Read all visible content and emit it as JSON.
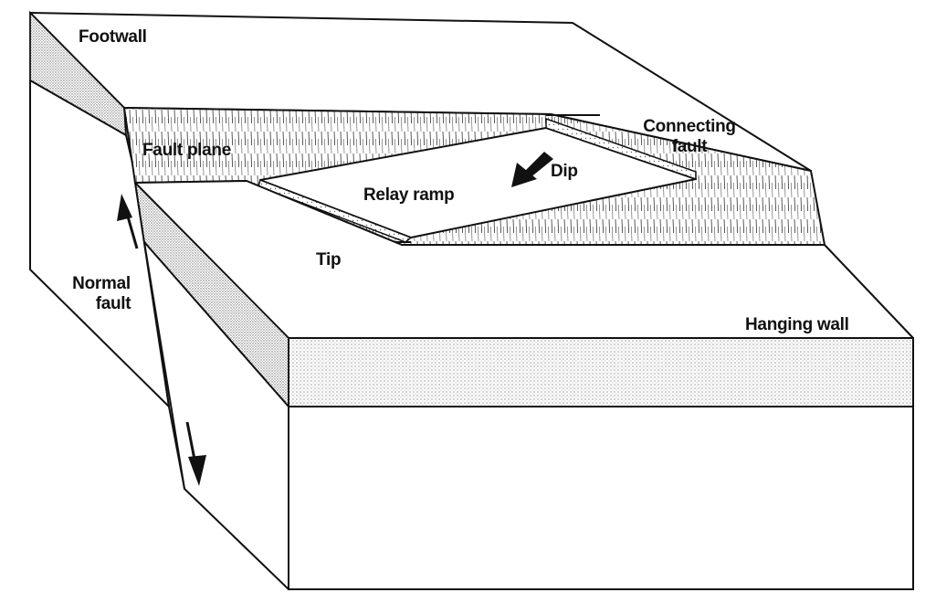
{
  "labels": {
    "footwall": "Footwall",
    "fault_plane": "Fault plane",
    "connecting_fault_line1": "Connecting",
    "connecting_fault_line2": "fault",
    "dip": "Dip",
    "relay_ramp": "Relay ramp",
    "tip": "Tip",
    "normal_fault_line1": "Normal",
    "normal_fault_line2": "fault",
    "hanging_wall": "Hanging wall"
  },
  "colors": {
    "line": "#111111",
    "background": "#ffffff",
    "stipple": "#9a9a9a"
  }
}
